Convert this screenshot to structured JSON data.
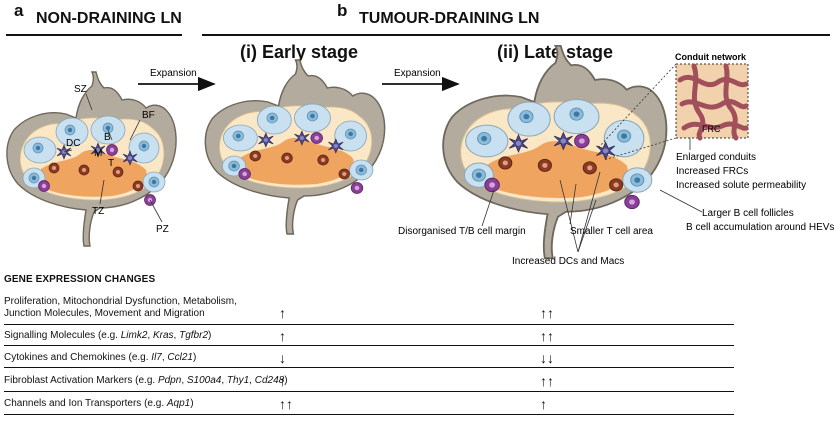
{
  "panels": {
    "a": {
      "letter": "a",
      "title": "NON-DRAINING LN"
    },
    "b": {
      "letter": "b",
      "title": "TUMOUR-DRAINING LN"
    }
  },
  "stages": {
    "early": "(i) Early stage",
    "late": "(ii) Late stage"
  },
  "flow": {
    "expansion_1": "Expansion",
    "expansion_2": "Expansion"
  },
  "node_labels": {
    "sz": "SZ",
    "bf": "BF",
    "dc": "DC",
    "b": "B",
    "m": "M",
    "t": "T",
    "tz": "TZ",
    "pz": "PZ"
  },
  "inset": {
    "title": "Conduit network",
    "frc": "FRC"
  },
  "annotations": {
    "conduits_1": "Enlarged conduits",
    "conduits_2": "Increased FRCs",
    "conduits_3": "Increased solute permeability",
    "follicles_1": "Larger B cell follicles",
    "follicles_2": "B cell accumulation around HEVs",
    "margin": "Disorganised T/B cell margin",
    "t_area": "Smaller T cell area",
    "dcs": "Increased DCs and Macs"
  },
  "gene_expression": {
    "title": "GENE EXPRESSION CHANGES",
    "rows": [
      {
        "line1": "Proliferation, Mitochondrial Dysfunction, Metabolism,",
        "line2": "Junction Molecules, Movement and Migration",
        "early": "↑",
        "late": "↑↑"
      },
      {
        "line1": "Signalling Molecules (e.g. ",
        "genes": [
          "Limk2",
          "Kras",
          "Tgfbr2"
        ],
        "close": ")",
        "early": "↑",
        "late": "↑↑"
      },
      {
        "line1": "Cytokines and Chemokines (e.g. ",
        "genes": [
          "Il7",
          "Ccl21"
        ],
        "close": ")",
        "early": "↓",
        "late": "↓↓"
      },
      {
        "line1": "Fibroblast Activation Markers (e.g. ",
        "genes": [
          "Pdpn",
          "S100a4",
          "Thy1",
          "Cd248"
        ],
        "close": ")",
        "early": "↑",
        "late": "↑↑"
      },
      {
        "line1": "Channels and Ion Transporters (e.g. ",
        "genes": [
          "Aqp1"
        ],
        "close": ")",
        "early": "↑↑",
        "late": "↑"
      }
    ]
  },
  "colors": {
    "capsule": "#b3ab9d",
    "capsule_stroke": "#6e675c",
    "medulla": "#f9e7c6",
    "tzone": "#efa560",
    "follicle": "#c8e0ef",
    "bcell": "#8bbbd9",
    "dc": "#4f4a8c",
    "mac": "#8a3f97",
    "tcell": "#8b3b24",
    "frc": "#a24f5c",
    "inset_bg": "#f2d2ad"
  }
}
